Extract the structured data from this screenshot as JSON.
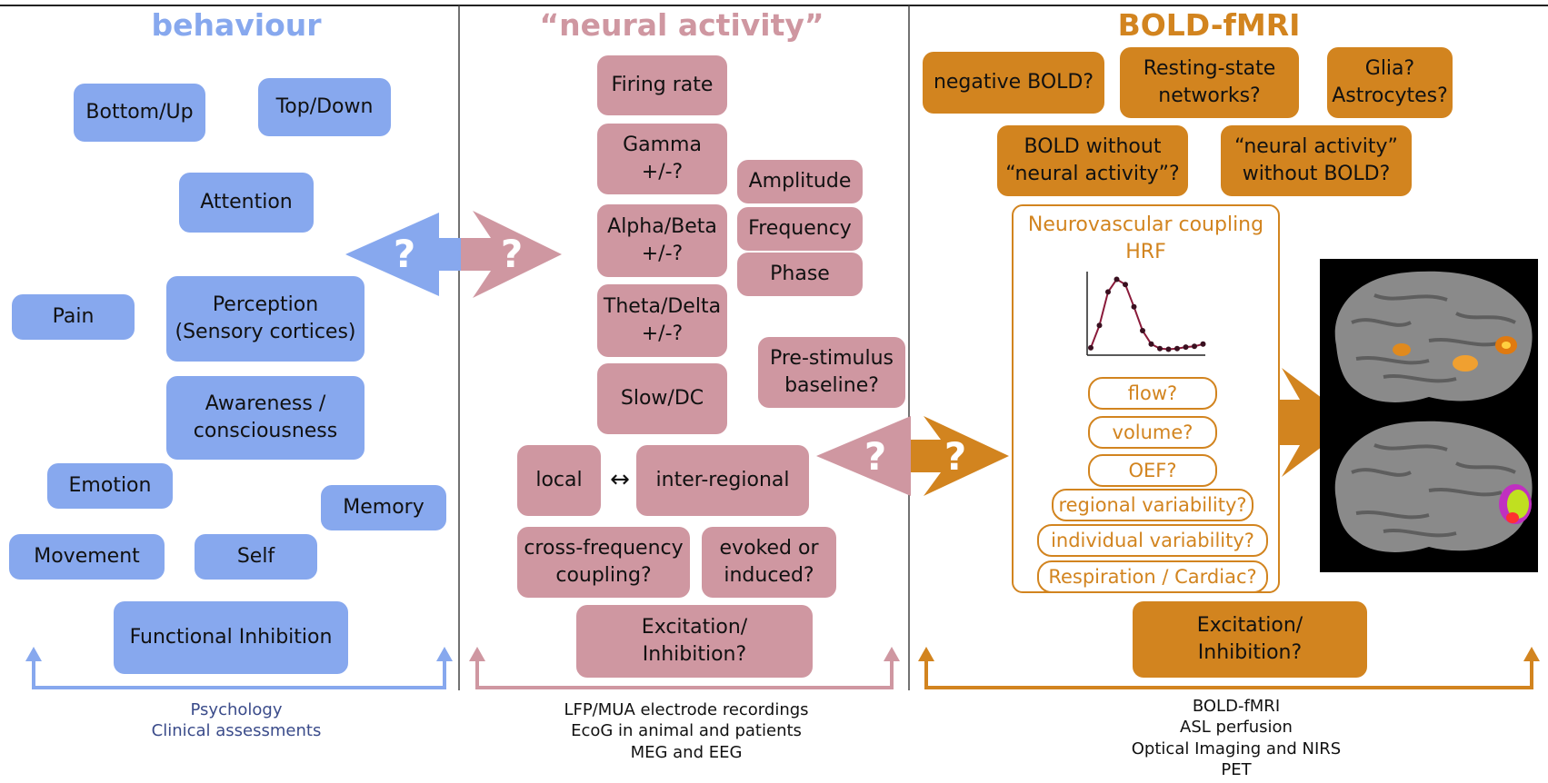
{
  "colors": {
    "behaviour": "#87a8ee",
    "behaviour_heading": "#87a8ee",
    "behaviour_footer": "#3a4b8a",
    "neural": "#cf97a1",
    "bold": "#d2841f",
    "divider": "#444444"
  },
  "behaviour": {
    "heading": "behaviour",
    "boxes": {
      "bottom_up": "Bottom/Up",
      "top_down": "Top/Down",
      "attention": "Attention",
      "pain": "Pain",
      "perception": "Perception\n(Sensory cortices)",
      "awareness": "Awareness /\nconsciousness",
      "emotion": "Emotion",
      "memory": "Memory",
      "movement": "Movement",
      "self": "Self",
      "functional_inhibition": "Functional Inhibition"
    },
    "footer": "Psychology\nClinical assessments"
  },
  "neural": {
    "heading": "“neural activity”",
    "boxes": {
      "firing_rate": "Firing rate",
      "gamma": "Gamma\n+/-?",
      "alpha_beta": "Alpha/Beta\n+/-?",
      "theta_delta": "Theta/Delta\n+/-?",
      "slow_dc": "Slow/DC",
      "amplitude": "Amplitude",
      "frequency": "Frequency",
      "phase": "Phase",
      "pre_stimulus": "Pre-stimulus\nbaseline?",
      "local": "local",
      "local_arrow": "↔",
      "inter_regional": "inter-regional",
      "cross_frequency": "cross-frequency\ncoupling?",
      "evoked_induced": "evoked or\ninduced?",
      "excitation_inhibition": "Excitation/\nInhibition?"
    },
    "footer": "LFP/MUA electrode recordings\nEcoG in animal and patients\nMEG and EEG"
  },
  "bold": {
    "heading": "BOLD-fMRI",
    "boxes": {
      "negative_bold": "negative BOLD?",
      "resting_state": "Resting-state\nnetworks?",
      "glia": "Glia?\nAstrocytes?",
      "bold_without": "BOLD without\n“neural activity”?",
      "neural_without": "“neural activity”\nwithout BOLD?",
      "excitation_inhibition": "Excitation/\nInhibition?"
    },
    "coupling": {
      "title": "Neurovascular coupling\nHRF",
      "items": [
        "flow?",
        "volume?",
        "OEF?",
        "regional variability?",
        "individual variability?",
        "Respiration / Cardiac?"
      ],
      "hrf_curve": [
        [
          0,
          0.05
        ],
        [
          1,
          0.35
        ],
        [
          2,
          0.8
        ],
        [
          3,
          0.97
        ],
        [
          4,
          0.9
        ],
        [
          5,
          0.6
        ],
        [
          6,
          0.28
        ],
        [
          7,
          0.1
        ],
        [
          8,
          0.04
        ],
        [
          9,
          0.03
        ],
        [
          10,
          0.04
        ],
        [
          11,
          0.06
        ],
        [
          12,
          0.07
        ],
        [
          13,
          0.1
        ]
      ]
    },
    "footer": "BOLD-fMRI\nASL perfusion\nOptical Imaging and NIRS\nPET"
  },
  "arrows": {
    "question_mark": "?"
  }
}
